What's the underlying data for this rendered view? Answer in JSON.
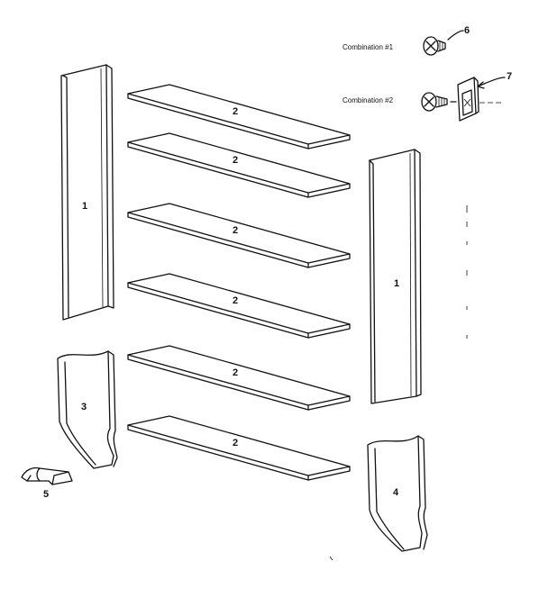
{
  "labels": {
    "side_panel_left": "1",
    "side_panel_right": "1",
    "shelf": "2",
    "base_left": "3",
    "base_right": "4",
    "clip": "5",
    "screw": "6",
    "nut_clip": "7"
  },
  "captions": {
    "combination_1": "Combination #1",
    "combination_2": "Combination #2"
  },
  "colors": {
    "line": "#111111",
    "background": "#ffffff"
  }
}
